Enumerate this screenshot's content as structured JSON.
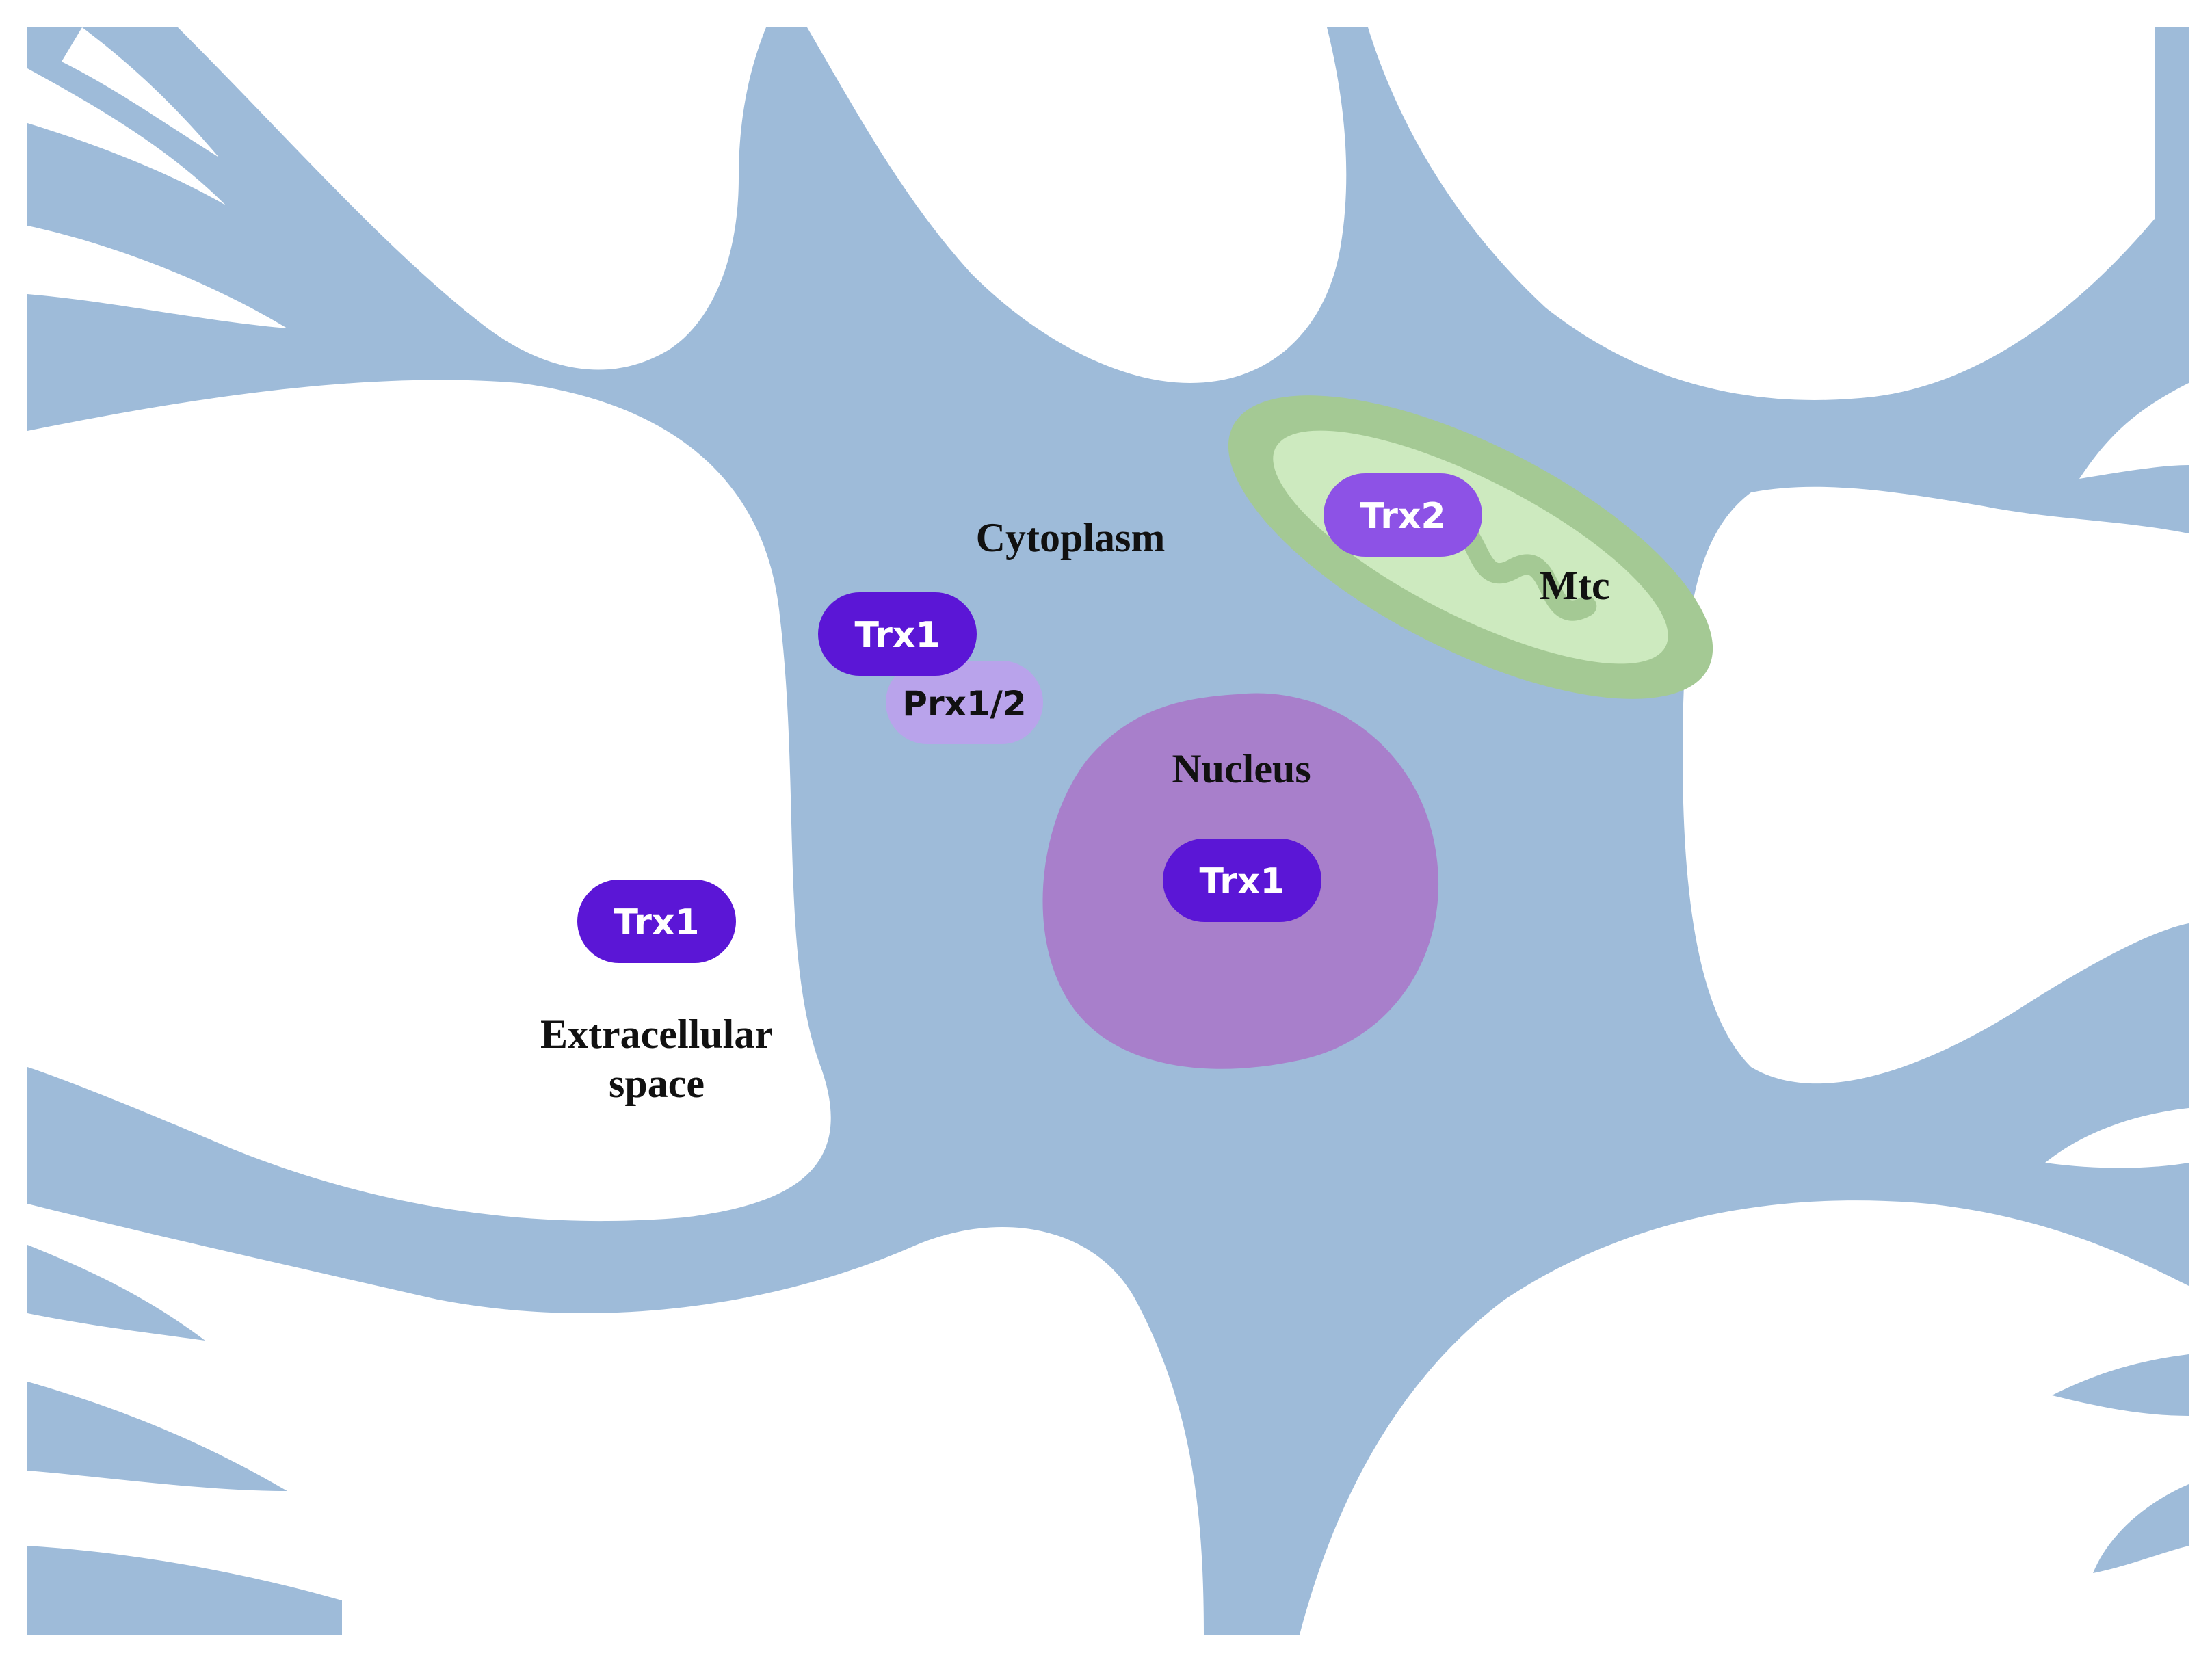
{
  "labels": {
    "cytoplasm": "Cytoplasm",
    "mitochondrion": "Mtc",
    "nucleus": "Nucleus",
    "extracellular_line1": "Extracellular",
    "extracellular_line2": "space"
  },
  "proteins": {
    "trx2_mtc": "Trx2",
    "trx1_cytoplasm": "Trx1",
    "prx_cytoplasm": "Prx1/2",
    "trx1_nucleus": "Trx1",
    "trx1_extracellular": "Trx1"
  },
  "colors": {
    "cell": "#9ebbd9",
    "nucleus": "#a87fcb",
    "mito_outer": "#a4c994",
    "mito_inner": "#cdeabf",
    "trx_dark": "#5b16d6",
    "trx2": "#8d52e6",
    "prx": "#b9a3eb"
  }
}
